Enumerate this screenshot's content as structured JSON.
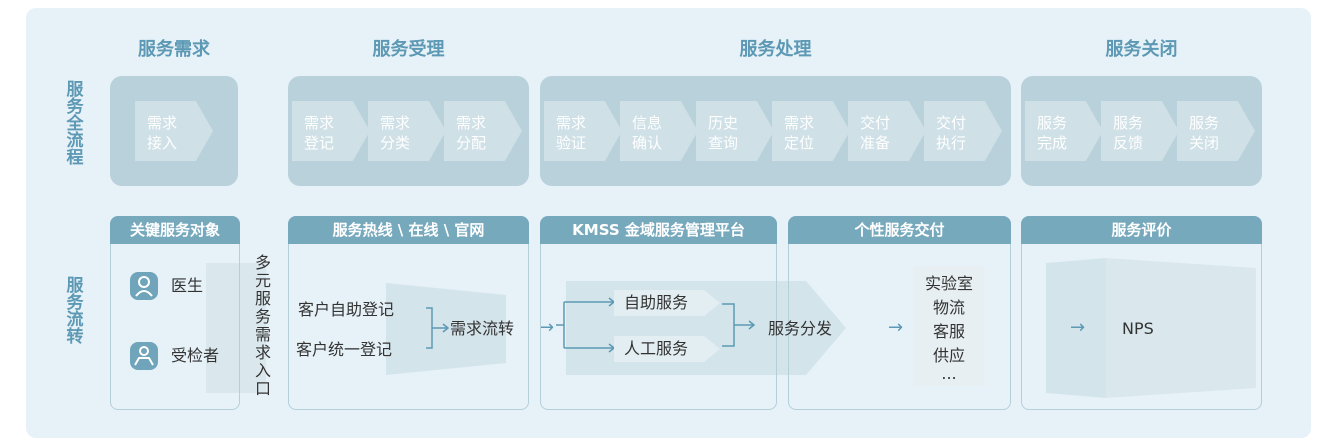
{
  "row_labels": {
    "top": "服务全流程",
    "bottom": "服务流转"
  },
  "phases": [
    {
      "title": "服务需求",
      "steps": [
        [
          "需求",
          "接入"
        ]
      ]
    },
    {
      "title": "服务受理",
      "steps": [
        [
          "需求",
          "登记"
        ],
        [
          "需求",
          "分类"
        ],
        [
          "需求",
          "分配"
        ]
      ]
    },
    {
      "title": "服务处理",
      "steps": [
        [
          "需求",
          "验证"
        ],
        [
          "信息",
          "确认"
        ],
        [
          "历史",
          "查询"
        ],
        [
          "需求",
          "定位"
        ],
        [
          "交付",
          "准备"
        ],
        [
          "交付",
          "执行"
        ]
      ]
    },
    {
      "title": "服务关闭",
      "steps": [
        [
          "服务",
          "完成"
        ],
        [
          "服务",
          "反馈"
        ],
        [
          "服务",
          "关闭"
        ]
      ]
    }
  ],
  "flow": {
    "objects": {
      "header": "关键服务对象",
      "items": [
        "医生",
        "受检者"
      ]
    },
    "entry_label": "多元服务需求入口",
    "hotline": {
      "header": "服务热线 \\ 在线 \\ 官网",
      "items": [
        "客户自助登记",
        "客户统一登记"
      ],
      "result": "需求流转"
    },
    "kmss": {
      "header": "KMSS 金域服务管理平台",
      "items": [
        "自助服务",
        "人工服务"
      ]
    },
    "delivery": {
      "header": "个性服务交付",
      "dispatch": "服务分发",
      "outputs": [
        "实验室",
        "物流",
        "客服",
        "供应",
        "..."
      ]
    },
    "evaluation": {
      "header": "服务评价",
      "item": "NPS"
    }
  },
  "colors": {
    "title": "#5d99b4",
    "header": "#77a9bd",
    "panel": "#b9d1db",
    "chevron": "#cfe0e7",
    "background": "#e7f2f8"
  },
  "icons": [
    "doctor-icon",
    "patient-group-icon"
  ]
}
